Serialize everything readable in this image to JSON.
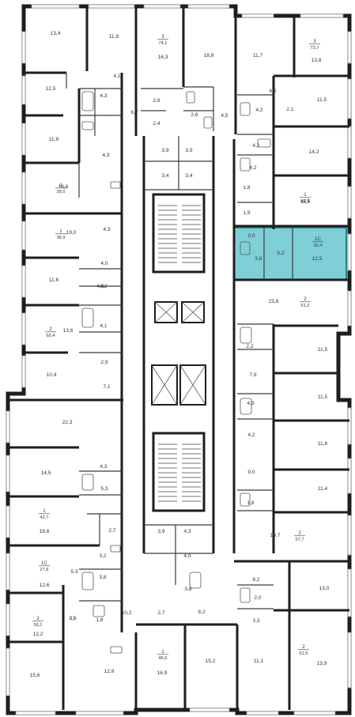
{
  "floor_plan": {
    "highlight_color": "#7fcfd6",
    "highlighted_unit": {
      "rooms": "1С",
      "area": "26,4"
    },
    "room_labels": [
      "13,4",
      "11,8",
      "16,3",
      "18,8",
      "11,7",
      "13,8",
      "12,5",
      "4,1",
      "4,3",
      "6,7",
      "2,6",
      "2,4",
      "2,6",
      "4,5",
      "4,5",
      "11,5",
      "4,2",
      "2,1",
      "4,2",
      "11,9",
      "4,3",
      "3,9",
      "3,9",
      "3,4",
      "3,4",
      "4,2",
      "14,2",
      "4,3",
      "4,2",
      "18,6",
      "1,8",
      "18,5",
      "1,9",
      "19,0",
      "3,0",
      "5,2",
      "12,5",
      "4,0",
      "3,8",
      "11,6",
      "4,3",
      "23,8",
      "4,1",
      "13,6",
      "2,2",
      "2,9",
      "11,5",
      "10,4",
      "7,1",
      "7,9",
      "4,3",
      "11,5",
      "22,3",
      "4,2",
      "11,6",
      "14,5",
      "4,3",
      "9,0",
      "5,3",
      "11,4",
      "1,8",
      "18,6",
      "2,7",
      "3,9",
      "4,3",
      "19,7",
      "4,0",
      "5,3",
      "3,2",
      "12,6",
      "3,8",
      "3,5",
      "8,2",
      "3,6",
      "13,0",
      "2,0",
      "10,2",
      "2,7",
      "8,2",
      "3,3",
      "12,2",
      "3,5",
      "1,8",
      "11,1",
      "13,9",
      "15,6",
      "12,8",
      "16,9",
      "15,2"
    ],
    "unit_badges": [
      {
        "rooms": "3",
        "area": "74,1"
      },
      {
        "rooms": "3",
        "area": "73,7"
      },
      {
        "rooms": "1",
        "area": "39,0"
      },
      {
        "rooms": "1",
        "area": "42,9"
      },
      {
        "rooms": "1",
        "area": "38,9"
      },
      {
        "rooms": "1С",
        "area": "26,4"
      },
      {
        "rooms": "2",
        "area": "61,2"
      },
      {
        "rooms": "2",
        "area": "60,4"
      },
      {
        "rooms": "1",
        "area": "42,7"
      },
      {
        "rooms": "2",
        "area": "57,7"
      },
      {
        "rooms": "1С",
        "area": "27,6"
      },
      {
        "rooms": "2",
        "area": "56,1"
      },
      {
        "rooms": "1",
        "area": "46,6"
      },
      {
        "rooms": "2",
        "area": "51,5"
      }
    ]
  }
}
